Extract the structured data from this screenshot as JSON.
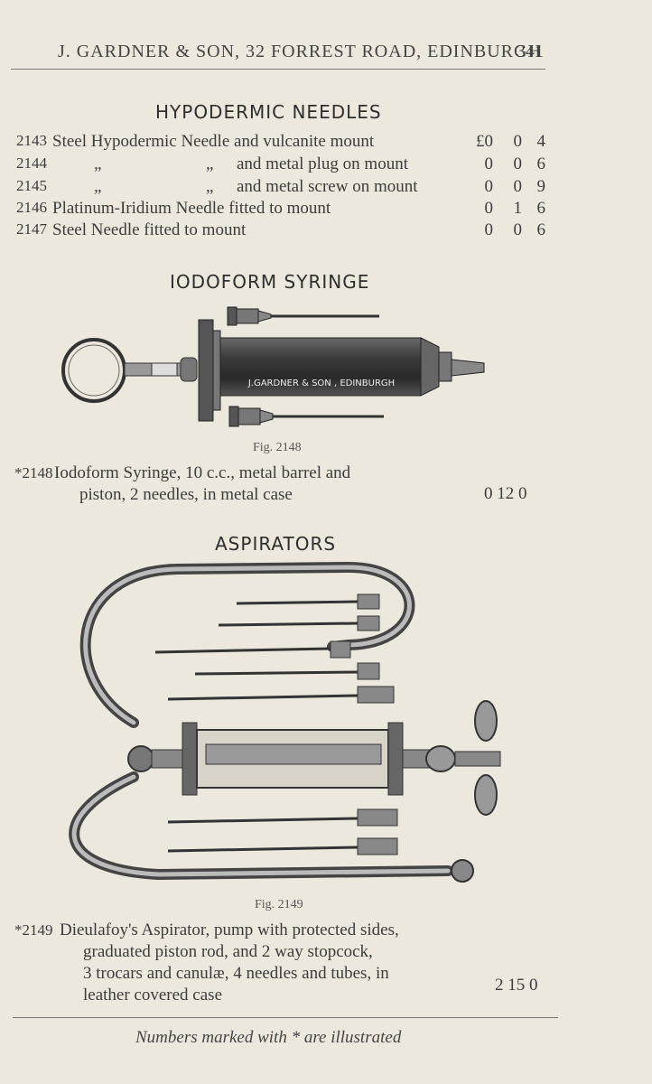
{
  "header": {
    "title": "J. GARDNER & SON, 32 FORREST ROAD, EDINBURGH",
    "page_number": "341"
  },
  "hypodermic": {
    "title": "HYPODERMIC NEEDLES",
    "rows": [
      {
        "num": "2143",
        "desc": "Steel Hypodermic Needle and vulcanite mount",
        "l": "£0",
        "s": "0",
        "d": "4"
      },
      {
        "num": "2144",
        "desc": "and metal plug on mount",
        "l": "0",
        "s": "0",
        "d": "6"
      },
      {
        "num": "2145",
        "desc": "and metal screw on mount",
        "l": "0",
        "s": "0",
        "d": "9"
      },
      {
        "num": "2146",
        "desc": "Platinum-Iridium Needle fitted to mount",
        "l": "0",
        "s": "1",
        "d": "6"
      },
      {
        "num": "2147",
        "desc": "Steel Needle fitted to mount",
        "l": "0",
        "s": "0",
        "d": "6"
      }
    ],
    "ditto_mark": "„"
  },
  "iodoform": {
    "title": "IODOFORM SYRINGE",
    "barrel_text": "J.GARDNER & SON , EDINBURGH",
    "caption": "Fig. 2148",
    "item_num": "*2148",
    "line1": "Iodoform  Syringe,  10  c.c.,  metal  barrel  and",
    "line2": "piston, 2 needles, in metal case",
    "price": "0  12   0"
  },
  "aspirators": {
    "title": "ASPIRATORS",
    "caption": "Fig. 2149",
    "item_num": "*2149",
    "lines": [
      "Dieulafoy's Aspirator, pump with protected sides,",
      "graduated  piston  rod,  and  2  way  stopcock,",
      "3 trocars and canulæ, 4 needles and tubes, in",
      "leather covered case"
    ],
    "price": "2  15   0"
  },
  "footer": {
    "note": "Numbers marked with * are illustrated"
  }
}
